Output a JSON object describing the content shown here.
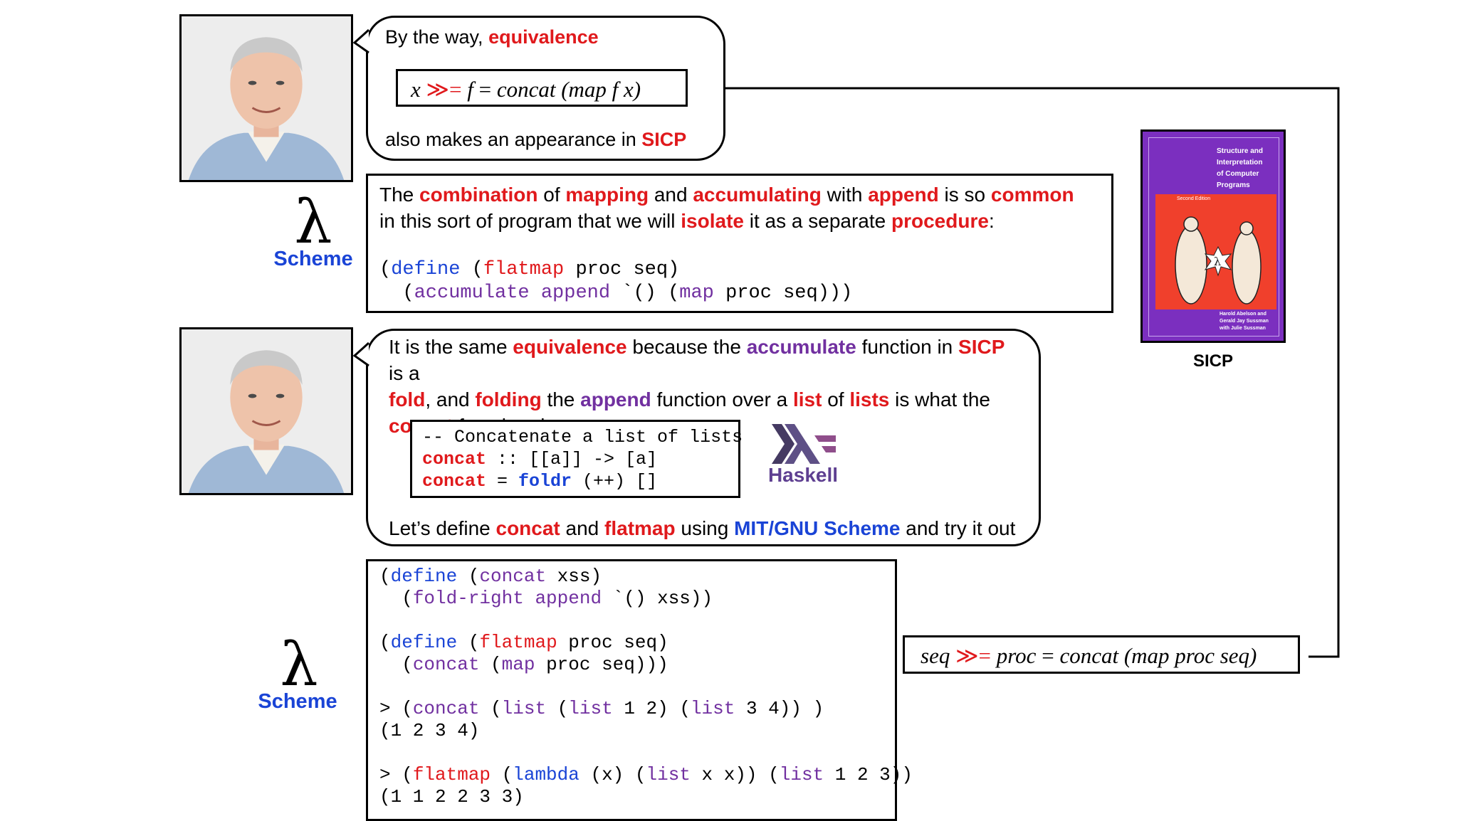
{
  "bubble1": {
    "intro_plain": "By the way, ",
    "intro_bold": "equivalence",
    "formula": {
      "lhs_var": "x",
      "bind_op": "≫=",
      "fn": "f",
      "eq": "=",
      "rhs": "concat (map f x)"
    },
    "outro_plain": "also makes an appearance in ",
    "outro_bold": "SICP"
  },
  "quote": {
    "w1": "The ",
    "b1": "combination",
    "w2": " of ",
    "b2": "mapping",
    "w3": " and ",
    "b3": "accumulating",
    "w4": " with ",
    "b4": "append",
    "w5": " is so ",
    "b5": "common",
    "w6": "in this sort of program that we will ",
    "b6": "isolate",
    "w7": " it as a separate ",
    "b7": "procedure",
    "w8": ":"
  },
  "sicp_code": {
    "l1_open": "(",
    "l1_define": "define",
    "l1_sp": " (",
    "l1_flatmap": "flatmap",
    "l1_rest": " proc seq)",
    "l2_indent": "  (",
    "l2_accumulate": "accumulate",
    "l2_sp": " ",
    "l2_append": "append",
    "l2_mid": " `() (",
    "l2_map": "map",
    "l2_rest": " proc seq)))"
  },
  "bubble2": {
    "s1": "It is the same ",
    "b_equiv": "equivalence",
    "s2": " because the ",
    "p_accum": "accumulate",
    "s3": " function in ",
    "b_sicp": "SICP",
    "s4": " is a",
    "b_fold": "fold",
    "s5": ", and ",
    "b_folding": "folding",
    "s6": " the ",
    "p_append": "append",
    "s7": " function over a ",
    "b_list": "list",
    "s8": " of ",
    "b_lists": "lists",
    "s9": " is what the",
    "b_concat": "concat",
    "s10": " function does.",
    "footer_s1": "Let’s define ",
    "footer_concat": "concat",
    "footer_s2": " and ",
    "footer_flatmap": "flatmap",
    "footer_s3": " using ",
    "footer_mit": "MIT/GNU Scheme",
    "footer_s4": " and try it out"
  },
  "haskell_code": {
    "comment": "-- Concatenate a list of lists",
    "l2_concat": "concat",
    "l2_rest": " :: [[a]] -> [a]",
    "l3_concat": "concat",
    "l3_eq": " = ",
    "l3_foldr": "foldr",
    "l3_rest": " (++) []"
  },
  "haskell_label": "Haskell",
  "scheme_label_1": "Scheme",
  "scheme_label_2": "Scheme",
  "lambda_glyph": "λ",
  "scheme_code": {
    "a1_open": "(",
    "a1_define": "define",
    "a1_sp": " (",
    "a1_concat": "concat",
    "a1_rest": " xss)",
    "a2_indent": "  (",
    "a2_foldright": "fold-right",
    "a2_sp": " ",
    "a2_append": "append",
    "a2_rest": " `() xss))",
    "b1_open": "(",
    "b1_define": "define",
    "b1_sp": " (",
    "b1_flatmap": "flatmap",
    "b1_rest": " proc seq)",
    "b2_indent": "  (",
    "b2_concat": "concat",
    "b2_sp": " (",
    "b2_map": "map",
    "b2_rest": " proc seq)))",
    "c1_prompt": "> (",
    "c1_concat": "concat",
    "c1_sp1": " (",
    "c1_list1": "list",
    "c1_sp2": " (",
    "c1_list2": "list",
    "c1_mid": " 1 2) (",
    "c1_list3": "list",
    "c1_rest": " 3 4)) )",
    "c2_result": "(1 2 3 4)",
    "d1_prompt": "> (",
    "d1_flatmap": "flatmap",
    "d1_sp1": " (",
    "d1_lambda": "lambda",
    "d1_mid1": " (x) (",
    "d1_list1": "list",
    "d1_mid2": " x x)) (",
    "d1_list2": "list",
    "d1_rest": " 1 2 3))",
    "d2_result": "(1 1 2 2 3 3)"
  },
  "formula2": {
    "lhs": "seq",
    "bind_op": "≫=",
    "proc": "proc",
    "eq": "=",
    "rhs": "concat (map proc seq)"
  },
  "book": {
    "title_lines": [
      "Structure and",
      "Interpretation",
      "of Computer",
      "Programs"
    ],
    "edition": "Second Edition",
    "authors": [
      "Harold Abelson and",
      "Gerald Jay Sussman",
      "with Julie Sussman"
    ],
    "caption": "SICP",
    "cover_color": "#7b2fbf",
    "panel_color": "#f0402c"
  }
}
